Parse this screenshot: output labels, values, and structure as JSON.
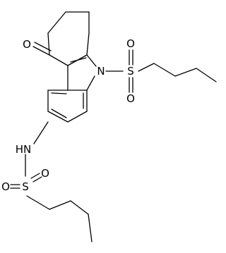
{
  "structure": {
    "atoms": {
      "ketone_oxygen": "O",
      "ring_nitrogen": "N",
      "sulfonyl_top_sulfur": "S",
      "sulfonyl_top_oxygen_upper": "O",
      "sulfonyl_top_oxygen_lower": "O",
      "amide_nh": "HN",
      "sulfonyl_bottom_sulfur": "S",
      "sulfonyl_bottom_oxygen_left": "O",
      "sulfonyl_bottom_oxygen_right": "O"
    },
    "colors": {
      "bond": "#000000",
      "label": "#000000",
      "background": "#ffffff"
    }
  }
}
